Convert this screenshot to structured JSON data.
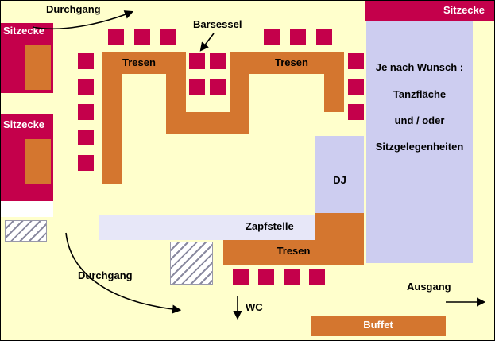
{
  "colors": {
    "background": "#FFFFCC",
    "seating": "#C4004B",
    "counter": "#D4762F",
    "dance_area": "#CDCDF0",
    "tap_area": "#E7E7F8"
  },
  "labels": {
    "passage_top": "Durchgang",
    "passage_bottom": "Durchgang",
    "seating_top_right": "Sitzecke",
    "seating_left_upper": "Sitzecke",
    "seating_left_lower": "Sitzecke",
    "bar_chair": "Barsessel",
    "counter_left": "Tresen",
    "counter_right": "Tresen",
    "counter_bottom": "Tresen",
    "dj": "DJ",
    "tap": "Zapfstelle",
    "wc": "WC",
    "exit": "Ausgang",
    "buffet": "Buffet"
  },
  "flex_area": {
    "line1": "Je nach Wunsch :",
    "line2": "Tanzfläche",
    "line3": "und / oder",
    "line4": "Sitzgelegenheiten"
  }
}
